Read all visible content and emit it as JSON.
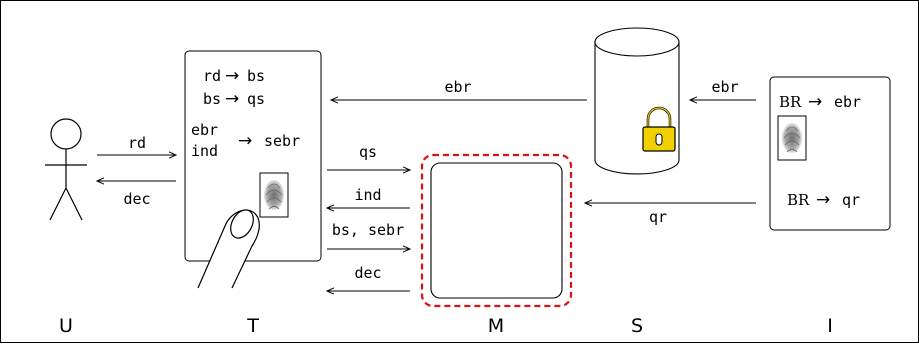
{
  "entities": {
    "user": "U",
    "terminal": "T",
    "module": "M",
    "server": "S",
    "issuer": "I"
  },
  "terminal_box": {
    "line1_left": "rd",
    "line1_right": "bs",
    "line2_left": "bs",
    "line2_right": "qs",
    "line3_top": "ebr",
    "line3_bottom": "ind",
    "line3_right": "sebr"
  },
  "issuer_box": {
    "line1_left": "BR",
    "line1_right": "ebr",
    "line2_left": "BR",
    "line2_right": "qr"
  },
  "arrow_symbol": "→",
  "messages": {
    "user_to_terminal": "rd",
    "terminal_to_user": "dec",
    "server_to_terminal": "ebr",
    "issuer_to_server": "ebr",
    "terminal_to_module_1": "qs",
    "module_to_terminal_1": "ind",
    "terminal_to_module_2": "bs, sebr",
    "module_to_terminal_2": "dec",
    "issuer_to_module": "qr"
  },
  "colors": {
    "line": "#000000",
    "secure_border": "#dd1111",
    "lock_body": "#f2d000",
    "fingerprint": "#8a8a8a"
  }
}
